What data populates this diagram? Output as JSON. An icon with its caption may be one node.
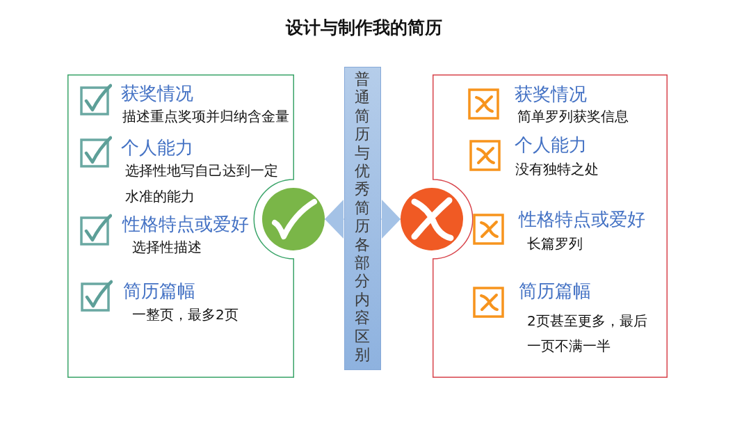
{
  "diagram": {
    "title": "设计与制作我的简历",
    "nodes": [
      {
        "text": [
          "获奖情况",
          "描述重点奖项并归纳含金量",
          "个人能力",
          "选择性地写自己达到一定水准的能力",
          "性格特点或爱好",
          "选择性描述",
          "简历篇幅",
          "一整页，最多2页"
        ]
      },
      {
        "text": [],
        "shape": "circle"
      },
      {
        "text": [
          "普通简历与优秀简历各部分内容区别"
        ]
      },
      {
        "text": [],
        "shape": "circle"
      },
      {
        "text": [
          "获奖情况",
          "简单罗列获奖信息",
          "个人能力",
          "没有独特之处",
          "性格特点或爱好",
          "长篇罗列",
          "简历篇幅",
          "2页甚至更多，最后一页不满一半"
        ]
      }
    ],
    "edges": [
      {
        "from": 2,
        "to": 1,
        "arrow": "to"
      },
      {
        "from": 2,
        "to": 3,
        "arrow": "to"
      }
    ]
  }
}
